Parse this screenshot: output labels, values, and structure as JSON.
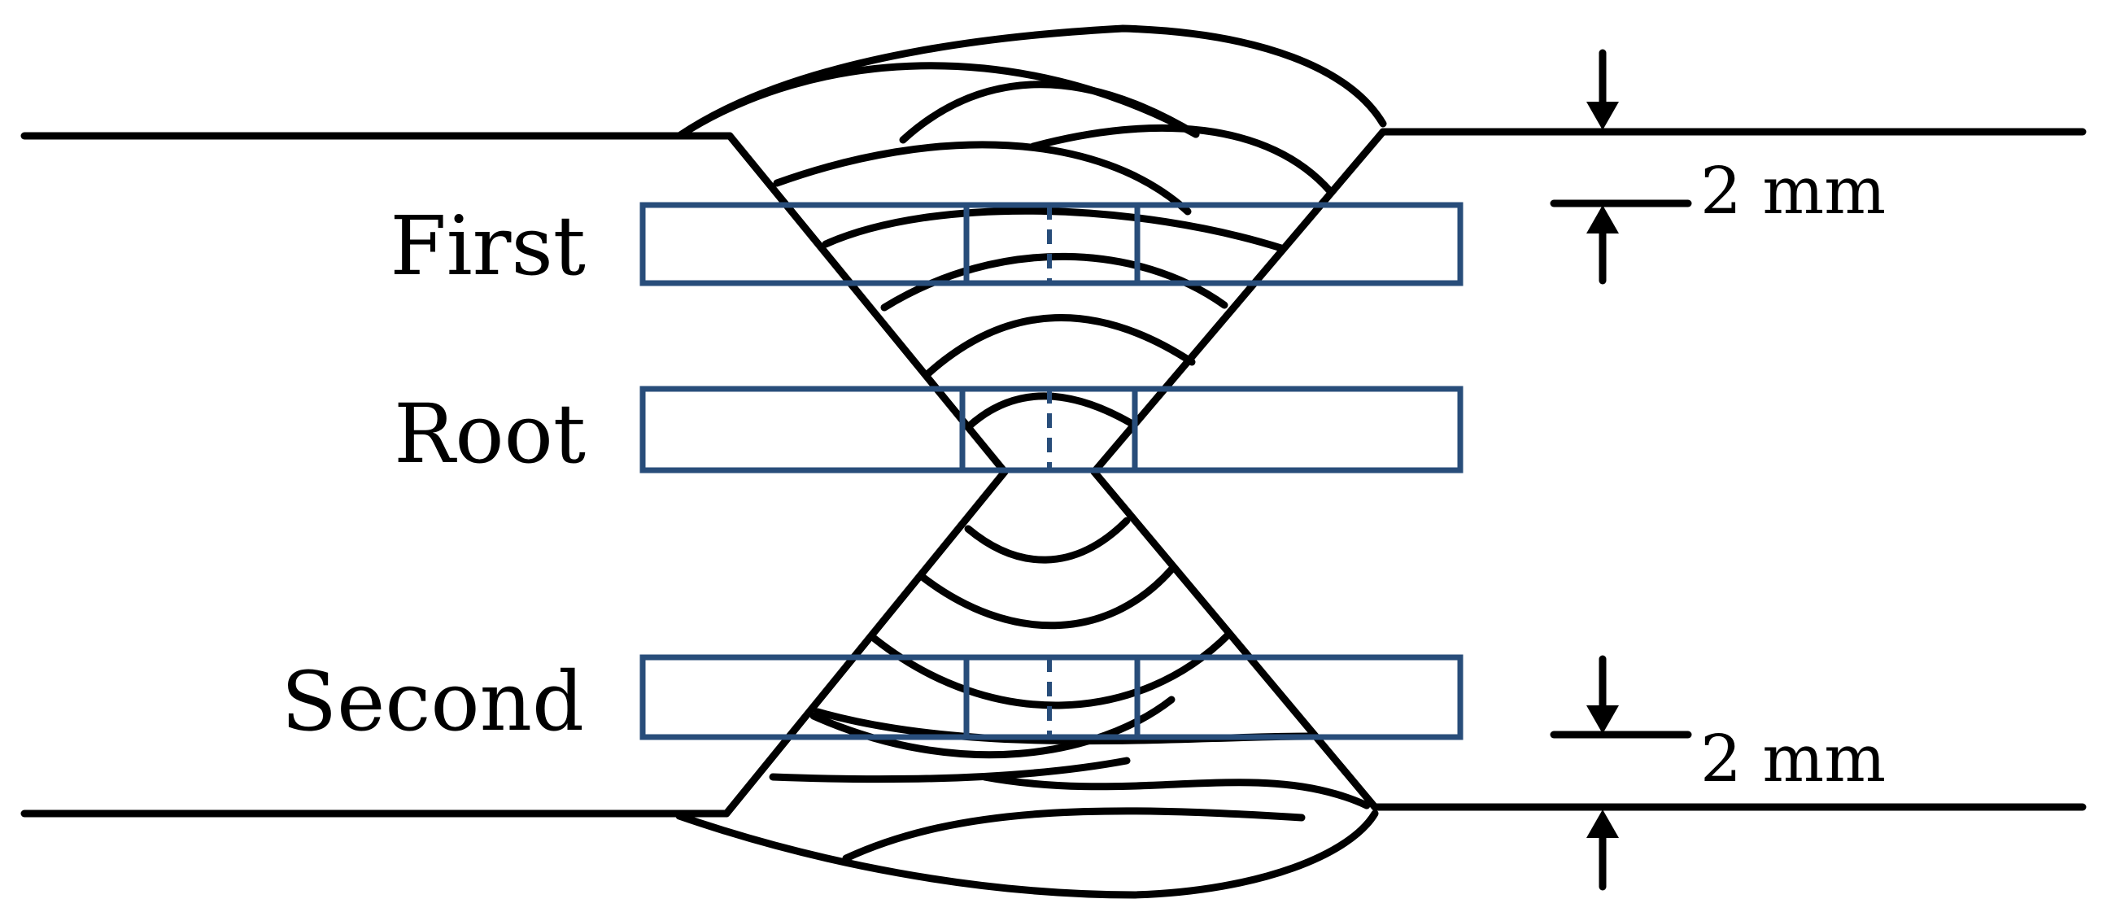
{
  "labels": {
    "first": "First",
    "root": "Root",
    "second": "Second",
    "dim_top": "2 mm",
    "dim_bottom": "2 mm"
  },
  "colors": {
    "line": "#000000",
    "zone": "#284d7a"
  }
}
